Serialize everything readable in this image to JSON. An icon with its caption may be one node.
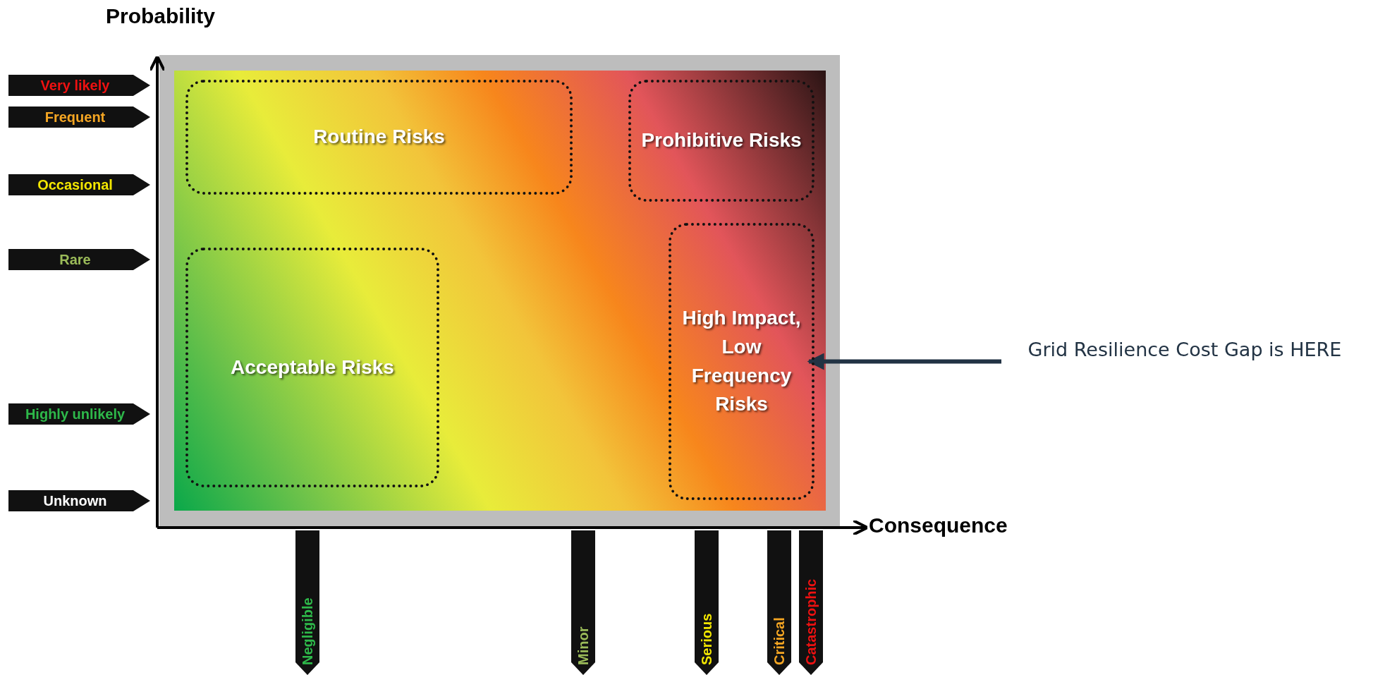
{
  "diagram": {
    "nodes": [
      {
        "text": [
          "Routine Risks"
        ]
      },
      {
        "text": [
          "Prohibitive Risks"
        ]
      },
      {
        "text": [
          "Acceptable Risks"
        ]
      },
      {
        "text": [
          "High Impact, Low Frequency Risks"
        ]
      },
      {
        "text": [
          "Grid Resilience Cost Gap is HERE"
        ]
      }
    ],
    "edges": [
      {
        "from": 4,
        "to": 3,
        "arrow": "to"
      }
    ],
    "labels": [
      "Probability",
      "Very likely",
      "Frequent",
      "Occasional",
      "Rare",
      "Highly unlikely",
      "Unknown",
      "Consequence",
      "Negligible",
      "Minor",
      "Serious",
      "Critical",
      "Catastrophic"
    ]
  }
}
